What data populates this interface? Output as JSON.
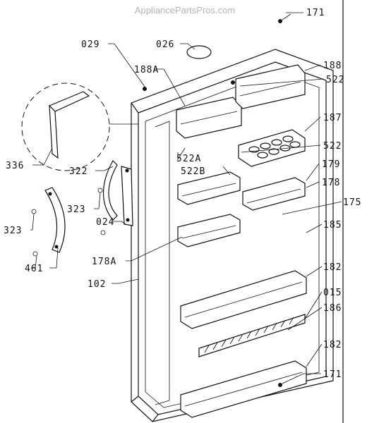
{
  "watermark": "AppliancePartsPros.com",
  "labels": {
    "p171a": "171",
    "p029": "029",
    "p026": "026",
    "p188A": "188A",
    "p188": "188",
    "p522a": "522",
    "p187": "187",
    "p522b": "522",
    "p179": "179",
    "p178": "178",
    "p175": "175",
    "p185": "185",
    "p182a": "182",
    "p015": "015",
    "p186": "186",
    "p182b": "182",
    "p171b": "171",
    "p336": "336",
    "p322": "322",
    "p323a": "323",
    "p323b": "323",
    "p024": "024",
    "p461": "461",
    "p522A": "522A",
    "p522B": "522B",
    "p178A": "178A",
    "p102": "102"
  }
}
